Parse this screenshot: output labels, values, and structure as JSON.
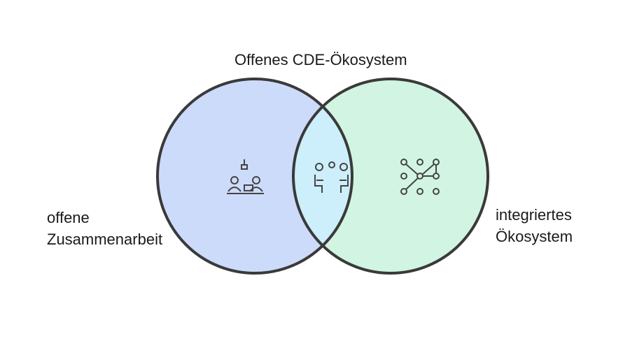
{
  "title": "Offenes CDE-Ökosystem",
  "left_label": [
    "offene",
    "Zusammenarbeit"
  ],
  "right_label": [
    "integriertes",
    "Ökosystem"
  ],
  "icons": {
    "left": "meeting-desk-icon",
    "center": "collaboration-people-icon",
    "right": "network-nodes-icon"
  },
  "colors": {
    "left_fill": "#cddbfb",
    "right_fill": "#d2f4e3",
    "overlap_fill": "#cdeefb",
    "stroke": "#3a3a3a"
  }
}
